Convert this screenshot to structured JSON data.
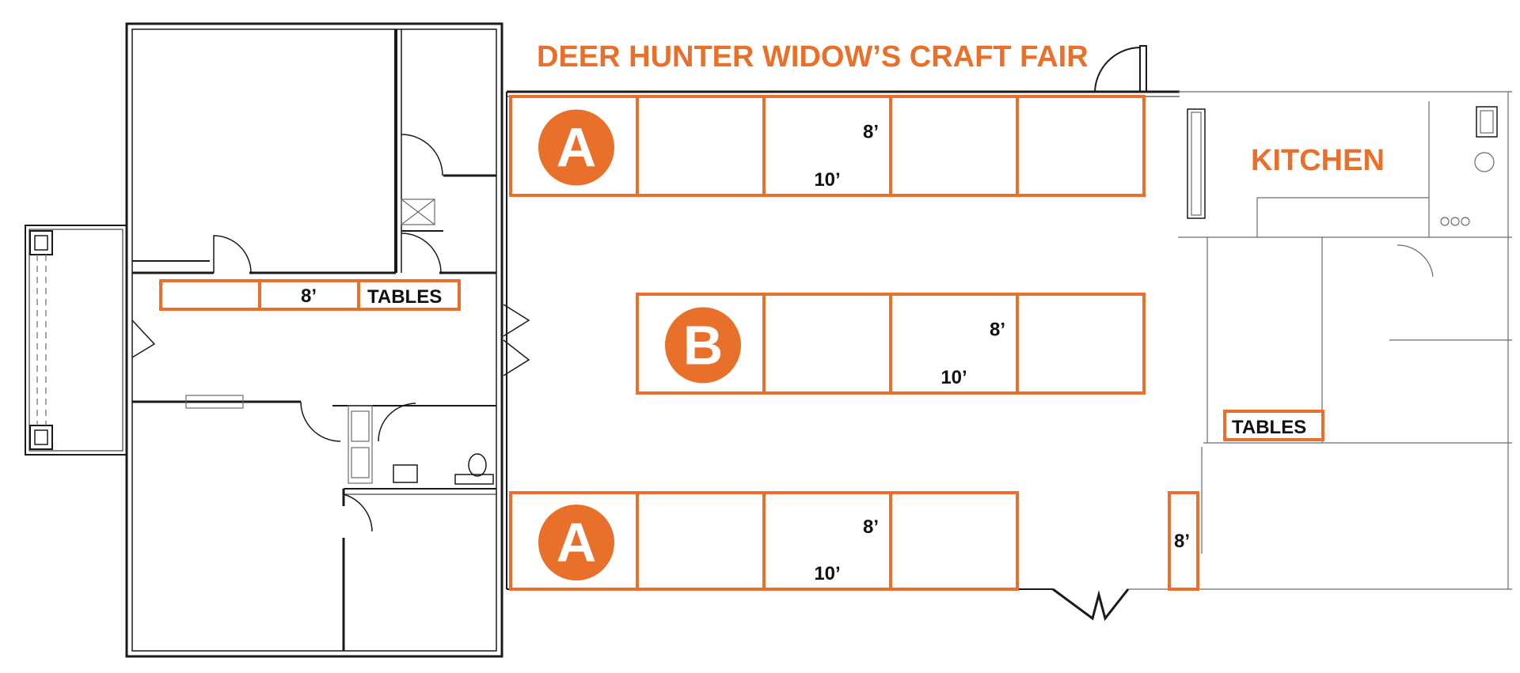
{
  "title": "DEER HUNTER WIDOW’S CRAFT FAIR",
  "colors": {
    "accent": "#e8702a",
    "walls": "#1a1a1a",
    "background": "#ffffff"
  },
  "room_labels": {
    "kitchen": "KITCHEN"
  },
  "booth_rows": [
    {
      "id": "top",
      "section": "A",
      "booth_count": 5,
      "depth_label": "8’",
      "width_label": "10’"
    },
    {
      "id": "middle",
      "section": "B",
      "booth_count": 4,
      "depth_label": "8’",
      "width_label": "10’"
    },
    {
      "id": "bottom",
      "section": "A",
      "booth_count": 4,
      "depth_label": "8’",
      "width_label": "10’"
    }
  ],
  "tables": [
    {
      "id": "west-hall",
      "label": "TABLES",
      "size_label": "8’"
    },
    {
      "id": "east",
      "label": "TABLES"
    },
    {
      "id": "small",
      "size_label": "8’"
    }
  ]
}
